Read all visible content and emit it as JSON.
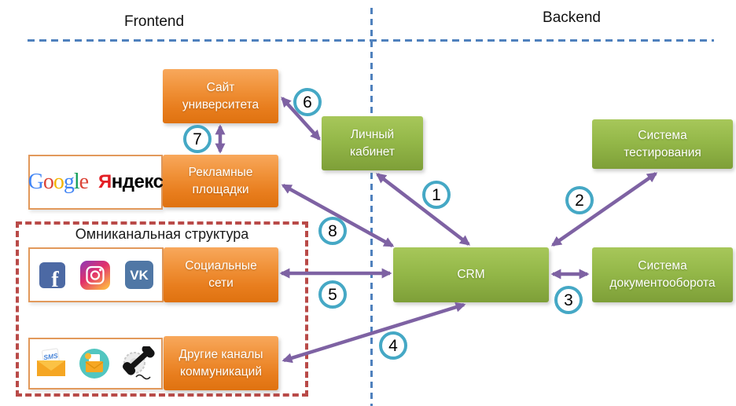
{
  "zones": {
    "frontend_label": "Frontend",
    "backend_label": "Backend"
  },
  "nodes": {
    "site": {
      "label": "Сайт университета"
    },
    "ad_platforms": {
      "label": "Рекламные площадки"
    },
    "personal_account": {
      "label": "Личный кабинет"
    },
    "testing_system": {
      "label": "Система тестирования"
    },
    "crm": {
      "label": "CRM"
    },
    "document_system": {
      "label": "Система документооборота"
    },
    "social_networks": {
      "label": "Социальные сети"
    },
    "other_channels": {
      "label": "Другие каналы коммуникаций"
    }
  },
  "omnichannel": {
    "title": "Омниканальная структура"
  },
  "logos": {
    "google_letters": [
      "G",
      "o",
      "o",
      "g",
      "l",
      "e"
    ],
    "yandex_first": "Я",
    "yandex_rest": "ндекс",
    "facebook_glyph": "f",
    "vk_glyph": "VK",
    "sms_text": "SMS"
  },
  "icons": [
    "facebook-icon",
    "instagram-icon",
    "vk-icon",
    "sms-envelope-icon",
    "email-icon",
    "phone-icon"
  ],
  "connector_numbers": [
    "1",
    "2",
    "3",
    "4",
    "5",
    "6",
    "7",
    "8"
  ],
  "colors": {
    "orange_node": "#F79646",
    "green_node": "#9BBB59",
    "arrow_purple": "#7E62A3",
    "circle_teal": "#45A8C5",
    "omni_red_dashed": "#B94A48",
    "zone_blue_dashed": "#4F81BD",
    "google_blue": "#4285F4",
    "google_red": "#DB4437",
    "google_yellow": "#F4B400",
    "google_green": "#0F9D58",
    "yandex_red": "#E31E24",
    "facebook_blue": "#4C69A4",
    "vk_blue": "#5077A5"
  }
}
